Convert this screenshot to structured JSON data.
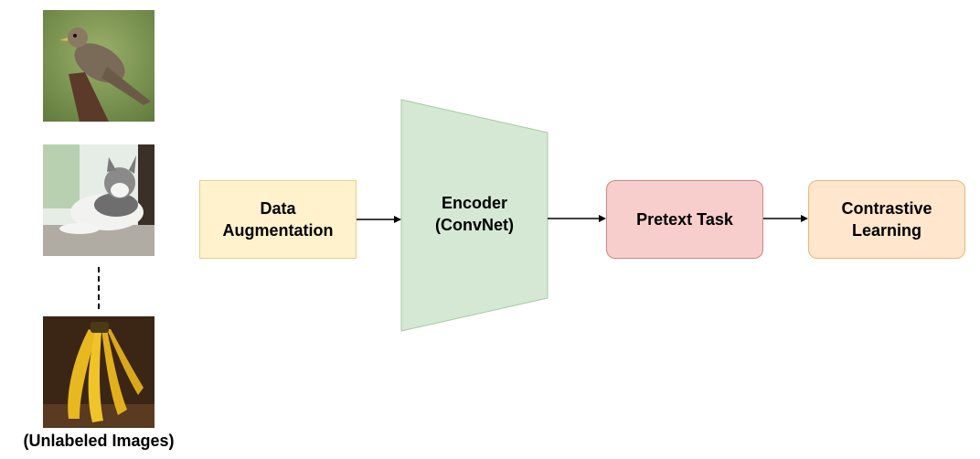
{
  "images": {
    "bird": "bird-photo",
    "cat": "cat-photo",
    "banana": "banana-photo",
    "caption": "(Unlabeled Images)"
  },
  "augmentation": {
    "line1": "Data",
    "line2": "Augmentation",
    "fill": "#fff2cc"
  },
  "encoder": {
    "line1": "Encoder",
    "line2": "(ConvNet)",
    "fill": "#d5e8d4"
  },
  "pretext": {
    "label": "Pretext Task",
    "fill": "#f8cecc"
  },
  "contrastive": {
    "line1": "Contrastive",
    "line2": "Learning",
    "fill": "#ffe6cc"
  }
}
